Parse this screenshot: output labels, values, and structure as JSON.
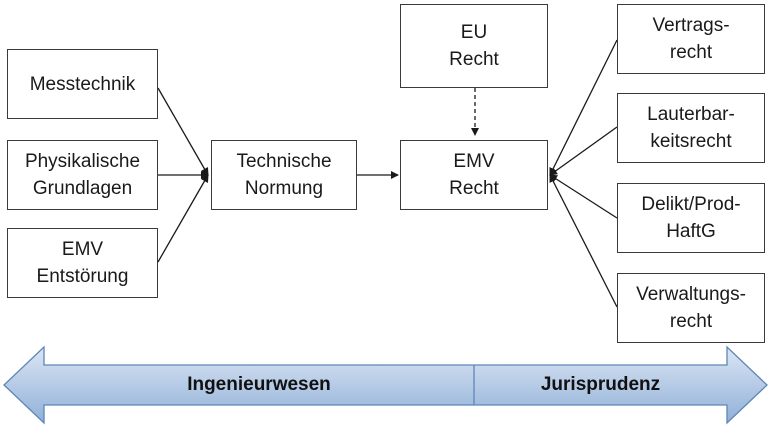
{
  "boxes": {
    "messtechnik": "Messtechnik",
    "physikalische": "Physikalische\nGrundlagen",
    "emv_entstoerung": "EMV\nEntstörung",
    "technische_normung": "Technische\nNormung",
    "eu_recht": "EU\nRecht",
    "emv_recht": "EMV\nRecht",
    "vertragsrecht": "Vertrags-\nrecht",
    "lauterbarkeitsrecht": "Lauterbar-\nkeitsrecht",
    "delikt": "Delikt/Prod-\nHaftG",
    "verwaltungsrecht": "Verwaltungs-\nrecht"
  },
  "band": {
    "left_label": "Ingenieurwesen",
    "right_label": "Jurisprudenz",
    "colors": {
      "fill_light": "#dbe6f4",
      "fill_dark": "#8fb0d8",
      "outline": "#5f86b7"
    }
  }
}
